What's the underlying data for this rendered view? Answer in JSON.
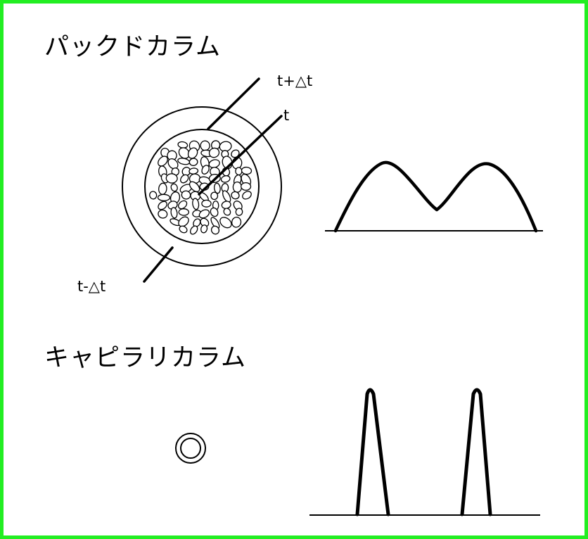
{
  "packed_column": {
    "title": "パックドカラム",
    "labels": {
      "t_plus_dt": "t+△t",
      "t": "t",
      "t_minus_dt": "t-△t"
    }
  },
  "capillary_column": {
    "title": "キャピラリカラム"
  },
  "colors": {
    "border": "#22ee22",
    "line": "#000000",
    "background": "#ffffff"
  }
}
